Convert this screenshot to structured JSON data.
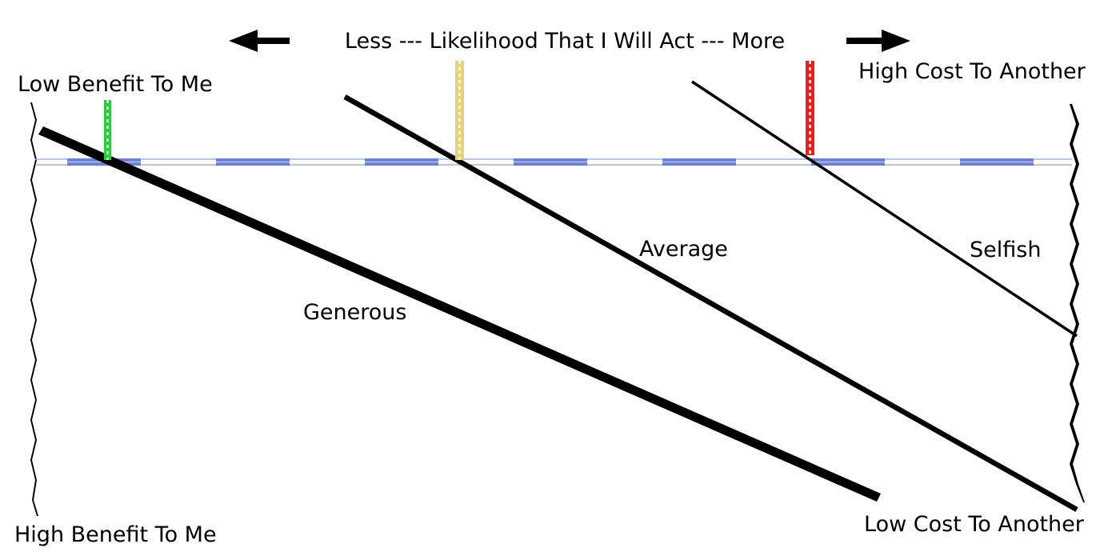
{
  "title": "Less --- Likelihood That I Will Act --- More",
  "corners": {
    "top_left": "Low Benefit To Me",
    "bottom_left": "High Benefit To Me",
    "top_right": "High Cost To Another",
    "bottom_right": "Low Cost To Another"
  },
  "lines": {
    "generous": "Generous",
    "average": "Average",
    "selfish": "Selfish"
  },
  "colors": {
    "threshold_line": "#6b7fdb",
    "generous_marker": "#2ecc40",
    "average_marker": "#e6d27a",
    "selfish_marker": "#e62020",
    "ink": "#000000"
  },
  "icons": {
    "left_arrow": "arrow-left-icon",
    "right_arrow": "arrow-right-icon"
  }
}
